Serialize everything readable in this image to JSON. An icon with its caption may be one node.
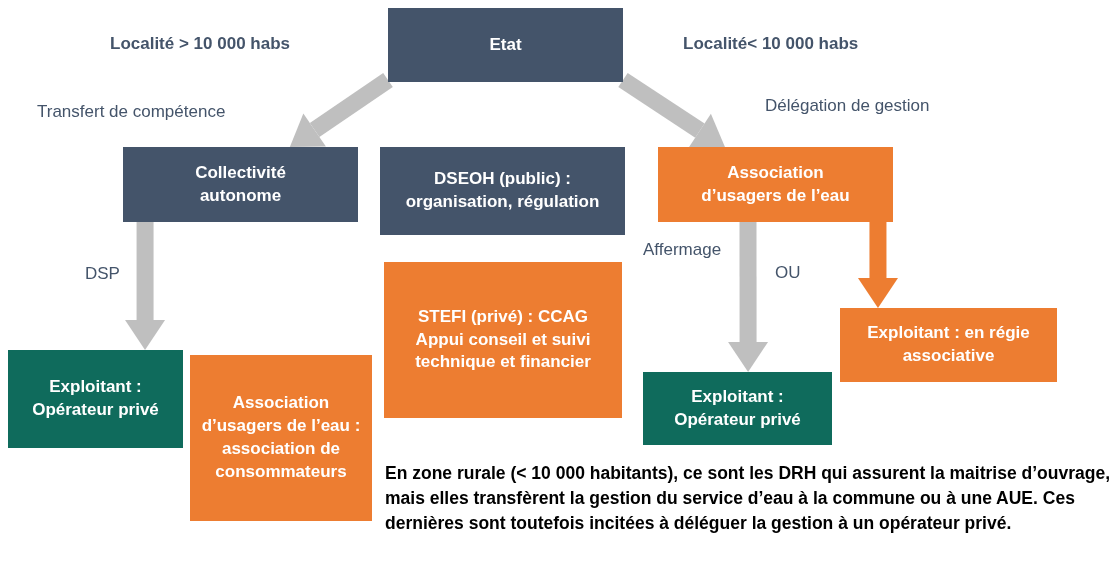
{
  "diagram": {
    "nodes": [
      {
        "text": [
          "Etat"
        ]
      },
      {
        "text": [
          "Collectivité autonome"
        ]
      },
      {
        "text": [
          "DSEOH (public) : organisation, régulation"
        ]
      },
      {
        "text": [
          "Association d’usagers de l’eau"
        ]
      },
      {
        "text": [
          "Exploitant : Opérateur privé"
        ]
      },
      {
        "text": [
          "Association d’usagers de l’eau : association de consommateurs"
        ]
      },
      {
        "text": [
          "STEFI (privé) : CCAG",
          "Appui conseil et suivi technique et financier"
        ]
      },
      {
        "text": [
          "Exploitant : Opérateur privé"
        ]
      },
      {
        "text": [
          "Exploitant : en régie associative"
        ]
      }
    ],
    "edges": [
      {
        "from": 0,
        "to": 1,
        "arrow": "to",
        "label": "Transfert de compétence"
      },
      {
        "from": 0,
        "to": 3,
        "arrow": "to",
        "label": "Délégation de gestion"
      },
      {
        "from": 1,
        "to": 4,
        "arrow": "to",
        "label": "DSP"
      },
      {
        "from": 3,
        "to": 7,
        "arrow": "to",
        "label": "Affermage"
      },
      {
        "from": 3,
        "to": 8,
        "arrow": "to",
        "color": "#ed7d31"
      }
    ],
    "labels": [
      "Localité > 10 000 habs",
      "Localité< 10 000 habs",
      "OU",
      "En zone rurale (< 10 000 habitants), ce sont les DRH qui assurent la maitrise d’ouvrage, mais elles transfèrent la gestion du service d’eau à la commune ou à une AUE. Ces dernières sont toutefois incitées à déléguer la gestion à un opérateur privé."
    ]
  }
}
